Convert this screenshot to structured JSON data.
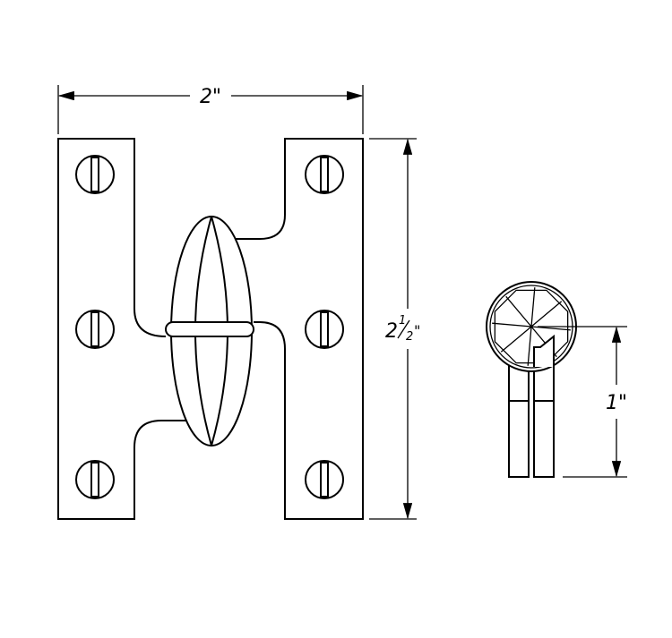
{
  "drawing": {
    "width_label": "2\"",
    "height_label_whole": "2",
    "height_label_num": "1",
    "height_label_den": "2",
    "height_label_inch": "\"",
    "knuckle_label": "1\""
  },
  "colors": {
    "line": "#000000",
    "background": "#ffffff"
  }
}
